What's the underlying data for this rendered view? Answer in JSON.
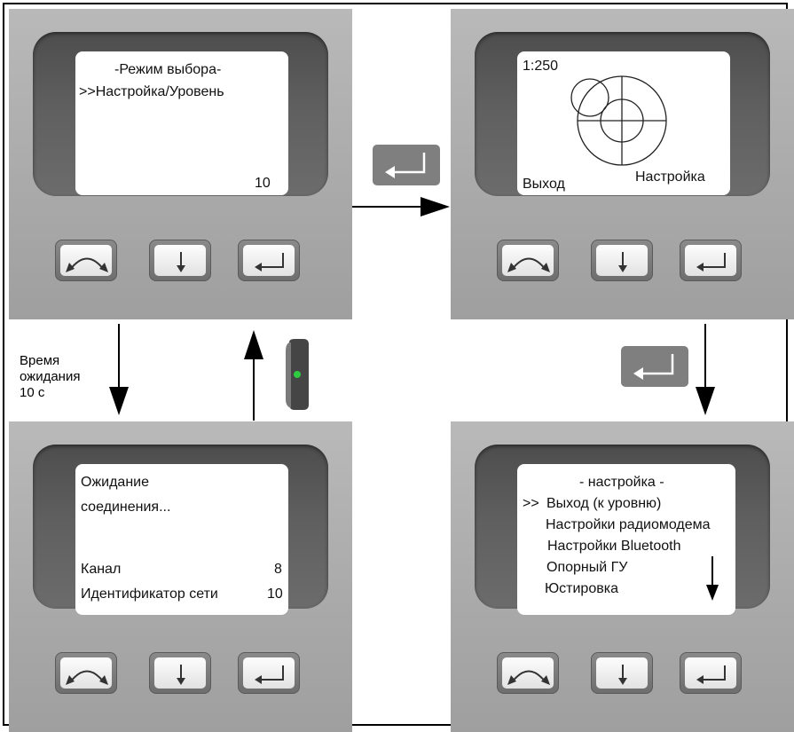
{
  "panels": {
    "select_mode": {
      "title": "-Режим выбора-",
      "item": ">>Настройка/Уровень",
      "countdown": "10"
    },
    "level_view": {
      "scale": "1:250",
      "left_soft": "Выход",
      "right_soft": "Настройка"
    },
    "waiting": {
      "line1": "Ожидание",
      "line2": "соединения...",
      "channel_label": "Канал",
      "channel_value": "8",
      "network_label": "Идентификатор сети",
      "network_value": "10"
    },
    "setup_menu": {
      "title": "- настройка -",
      "cursor": ">>",
      "items": [
        "Выход (к уровню)",
        "Настройки радиомодема",
        "Настройки Bluetooth",
        "Опорный ГУ",
        "Юстировка"
      ]
    }
  },
  "timeout_label": {
    "line1": "Время",
    "line2": "ожидания",
    "line3": "10 с"
  },
  "colors": {
    "key_gray": "#7f7f7f",
    "led_green": "#2ecc40",
    "arrow": "#000000"
  },
  "icons": [
    "rotate-arrow-icon",
    "down-arrow-icon",
    "enter-icon"
  ]
}
